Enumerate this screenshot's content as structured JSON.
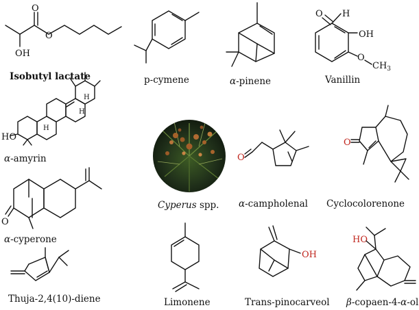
{
  "compounds": [
    {
      "name": "Isobutyl lactate"
    },
    {
      "name": "p-cymene"
    },
    {
      "name_greek": "α",
      "name_rest": "-pinene"
    },
    {
      "name": "Vanillin"
    },
    {
      "name_greek": "α",
      "name_rest": "-amyrin"
    },
    {
      "name_greek": "α",
      "name_rest": "-cyperone"
    },
    {
      "name": "Thuja-2,4(10)-diene"
    },
    {
      "name": "Limonene"
    },
    {
      "name": "Trans-pinocarveol"
    },
    {
      "name_greek": "β",
      "name_rest": "-copaen-4-",
      "name_greek2": "α",
      "name_rest2": "-ol"
    },
    {
      "name_greek": "α",
      "name_rest": "-campholenal"
    },
    {
      "name": "Cyclocolorenone"
    }
  ],
  "plant": {
    "genus": "Cyperus",
    "suffix": " spp."
  },
  "atoms": {
    "O": "O",
    "OH": "OH",
    "HO": "HO",
    "H": "H",
    "CH": "CH",
    "three": "3"
  },
  "colors": {
    "heteroatom_red": "#c0261e",
    "line": "#111111"
  }
}
